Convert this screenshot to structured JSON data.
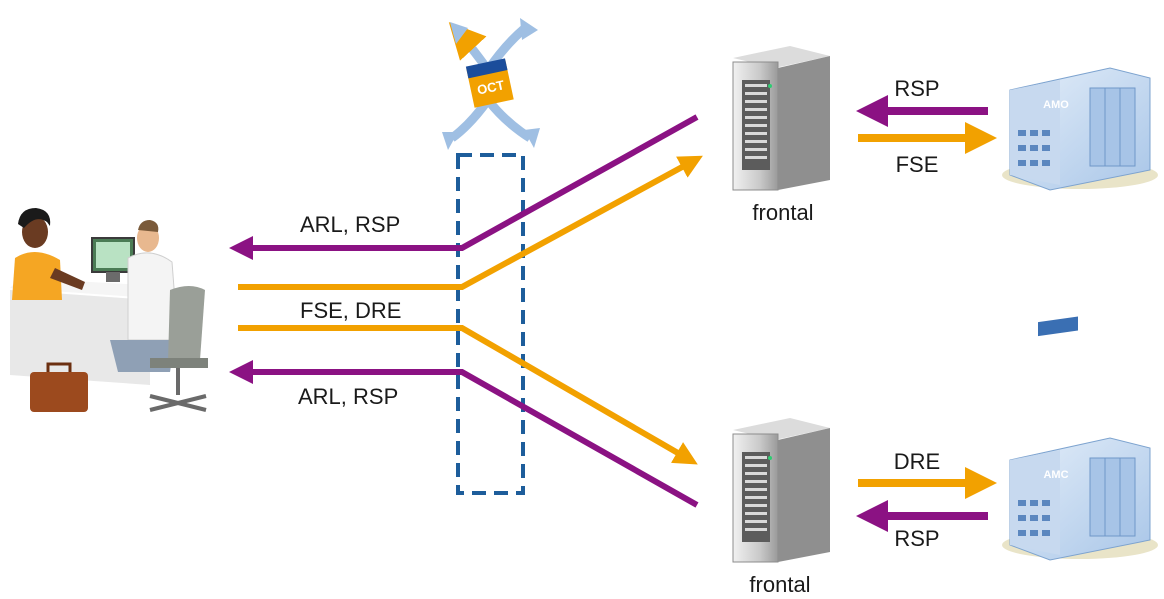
{
  "colors": {
    "purple": "#8b1283",
    "orange": "#f2a100",
    "dashed_box": "#1d5d9b",
    "oct_blue": "#1b4d9b",
    "oct_orange": "#f2a100",
    "server_gray": "#8c8c8c",
    "building_blue": "#8db7e3"
  },
  "oct": {
    "badge_text": "OCT"
  },
  "left_labels": {
    "top": "ARL, RSP",
    "middle": "FSE, DRE",
    "bottom": "ARL, RSP"
  },
  "servers": {
    "top_label": "frontal",
    "bottom_label": "frontal"
  },
  "right_labels": {
    "top_upper": "RSP",
    "top_lower": "FSE",
    "bottom_upper": "DRE",
    "bottom_lower": "RSP"
  },
  "buildings": {
    "top_sign": "AMO",
    "bottom_sign": "AMC"
  },
  "icons": [
    "people-at-desk-icon",
    "oct-router-icon",
    "server-icon",
    "building-icon",
    "briefcase-icon"
  ]
}
